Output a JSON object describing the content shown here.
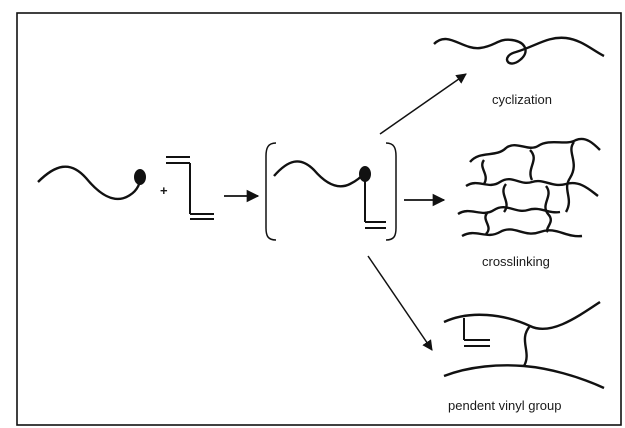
{
  "figure": {
    "plus_sign": "+",
    "outcomes": [
      {
        "key": "cyclization",
        "label": "cyclization"
      },
      {
        "key": "crosslinking",
        "label": "crosslinking"
      },
      {
        "key": "pendent",
        "label": "pendent vinyl group"
      }
    ],
    "colors": {
      "ink": "#111111",
      "frame": "#111111",
      "background": "#ffffff"
    }
  }
}
